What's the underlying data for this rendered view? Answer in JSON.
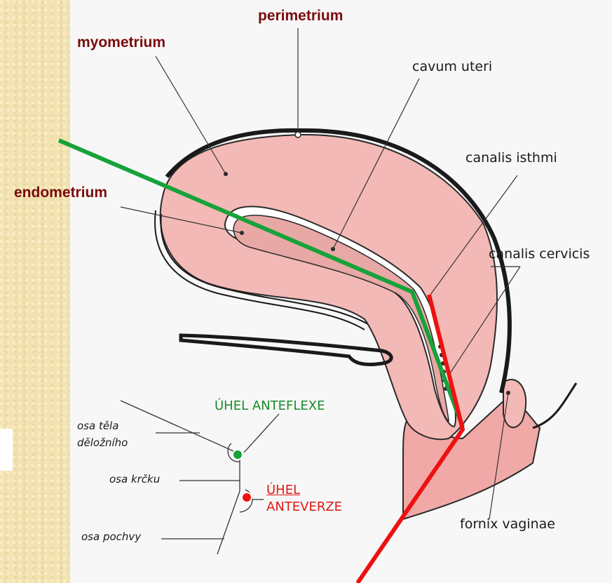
{
  "labels": {
    "perimetrium": "perimetrium",
    "myometrium": "myometrium",
    "endometrium": "endometrium",
    "cavum_uteri": "cavum uteri",
    "canalis_isthmi": "canalis isthmi",
    "canalis_cervicis": "canalis cervicis",
    "fornix_vaginae": "fornix vaginae",
    "uhel_anteflexe": "ÚHEL ANTEFLEXE",
    "uhel_anteverze_1": "ÚHEL",
    "uhel_anteverze_2": "ANTEVERZE",
    "osa_tela_1": "osa těla",
    "osa_tela_2": "děložního",
    "osa_krcku": "osa krčku",
    "osa_pochvy": "osa pochvy"
  },
  "colors": {
    "tissue": "#f3b9b6",
    "tissue_dark": "#e99a98",
    "outline": "#2a2a2a",
    "anteflexion_axis": "#17a23a",
    "anteversion_axis": "#ee1111"
  }
}
